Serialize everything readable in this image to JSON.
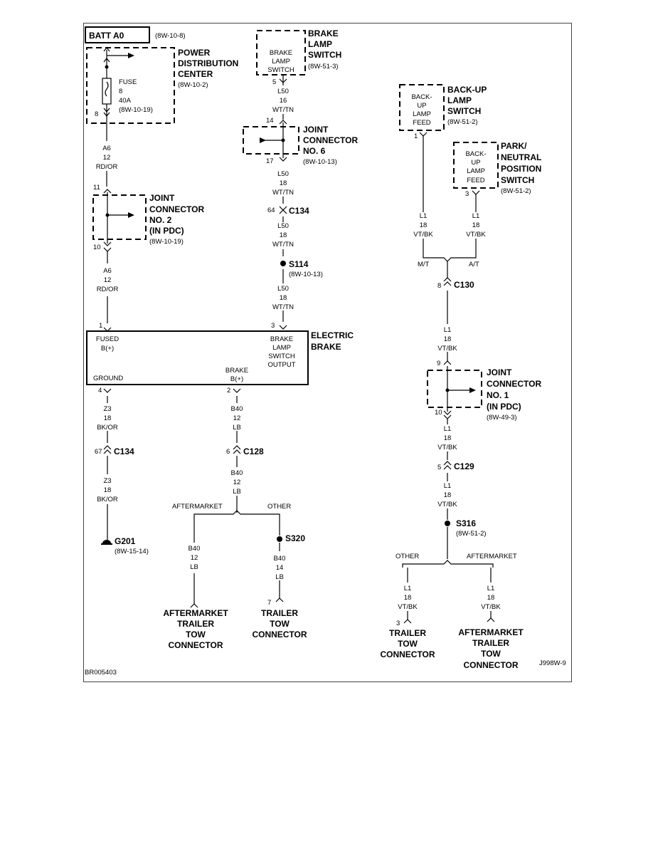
{
  "batt": {
    "label": "BATT A0",
    "ref": "(8W-10-8)"
  },
  "pdc": {
    "title": [
      "POWER",
      "DISTRIBUTION",
      "CENTER"
    ],
    "ref": "(8W-10-2)",
    "fuse": [
      "FUSE",
      "8",
      "40A",
      "(8W-10-19)"
    ],
    "pin": "8"
  },
  "wire_a6_top": {
    "code": "A6",
    "gauge": "12",
    "color": "RD/OR"
  },
  "jc2": {
    "title": [
      "JOINT",
      "CONNECTOR",
      "NO. 2",
      "(IN PDC)"
    ],
    "ref": "(8W-10-19)",
    "pin_in": "11",
    "pin_out": "10"
  },
  "wire_a6_bot": {
    "code": "A6",
    "gauge": "12",
    "color": "RD/OR"
  },
  "bls": {
    "title": [
      "BRAKE",
      "LAMP",
      "SWITCH"
    ],
    "ref": "(8W-51-3)",
    "inner": [
      "BRAKE",
      "LAMP",
      "SWITCH"
    ],
    "pin": "5"
  },
  "wire_l50_1": {
    "code": "L50",
    "gauge": "16",
    "color": "WT/TN"
  },
  "jc6": {
    "title": [
      "JOINT",
      "CONNECTOR",
      "NO. 6"
    ],
    "ref": "(8W-10-13)",
    "pin_in": "14",
    "pin_out": "17"
  },
  "wire_l50_2": {
    "code": "L50",
    "gauge": "18",
    "color": "WT/TN"
  },
  "c134_top": {
    "pin": "64",
    "name": "C134"
  },
  "wire_l50_3": {
    "code": "L50",
    "gauge": "18",
    "color": "WT/TN"
  },
  "s114": {
    "name": "S114",
    "ref": "(8W-10-13)"
  },
  "wire_l50_4": {
    "code": "L50",
    "gauge": "18",
    "color": "WT/TN"
  },
  "ebrake": {
    "title": [
      "ELECTRIC",
      "BRAKE"
    ],
    "pin_fused": "1",
    "fused": [
      "FUSED",
      "B(+)"
    ],
    "pin_bls": "3",
    "bls_out": [
      "BRAKE",
      "LAMP",
      "SWITCH",
      "OUTPUT"
    ],
    "ground": "GROUND",
    "brake_b": [
      "BRAKE",
      "B(+)"
    ],
    "pin_gnd": "4",
    "pin_brake": "2"
  },
  "wire_z3_1": {
    "code": "Z3",
    "gauge": "18",
    "color": "BK/OR"
  },
  "c134_bot": {
    "pin": "67",
    "name": "C134"
  },
  "wire_z3_2": {
    "code": "Z3",
    "gauge": "18",
    "color": "BK/OR"
  },
  "g201": {
    "name": "G201",
    "ref": "(8W-15-14)"
  },
  "wire_b40_1": {
    "code": "B40",
    "gauge": "12",
    "color": "LB"
  },
  "c128": {
    "pin": "6",
    "name": "C128"
  },
  "wire_b40_2": {
    "code": "B40",
    "gauge": "12",
    "color": "LB"
  },
  "split_b40": {
    "left": "AFTERMARKET",
    "right": "OTHER"
  },
  "wire_b40_3": {
    "code": "B40",
    "gauge": "12",
    "color": "LB"
  },
  "s320": {
    "name": "S320"
  },
  "wire_b40_4": {
    "code": "B40",
    "gauge": "14",
    "color": "LB"
  },
  "amt_left": {
    "title": [
      "AFTERMARKET",
      "TRAILER",
      "TOW",
      "CONNECTOR"
    ]
  },
  "ttc_left": {
    "pin": "7",
    "title": [
      "TRAILER",
      "TOW",
      "CONNECTOR"
    ]
  },
  "bul": {
    "title": [
      "BACK-UP",
      "LAMP",
      "SWITCH"
    ],
    "ref": "(8W-51-2)",
    "inner": [
      "BACK-",
      "UP",
      "LAMP",
      "FEED"
    ],
    "pin": "1"
  },
  "pnp": {
    "title": [
      "PARK/",
      "NEUTRAL",
      "POSITION",
      "SWITCH"
    ],
    "ref": "(8W-51-2)",
    "inner": [
      "BACK-",
      "UP",
      "LAMP",
      "FEED"
    ],
    "pin": "3"
  },
  "wire_l1_mt": {
    "code": "L1",
    "gauge": "18",
    "color": "VT/BK"
  },
  "wire_l1_at": {
    "code": "L1",
    "gauge": "18",
    "color": "VT/BK"
  },
  "split_trans": {
    "left": "M/T",
    "right": "A/T"
  },
  "c130": {
    "pin": "8",
    "name": "C130"
  },
  "wire_l1_1": {
    "code": "L1",
    "gauge": "18",
    "color": "VT/BK"
  },
  "jc1": {
    "title": [
      "JOINT",
      "CONNECTOR",
      "NO. 1",
      "(IN PDC)"
    ],
    "ref": "(8W-49-3)",
    "pin_in": "9",
    "pin_out": "10"
  },
  "wire_l1_2": {
    "code": "L1",
    "gauge": "18",
    "color": "VT/BK"
  },
  "c129": {
    "pin": "5",
    "name": "C129"
  },
  "wire_l1_3": {
    "code": "L1",
    "gauge": "18",
    "color": "VT/BK"
  },
  "s316": {
    "name": "S316",
    "ref": "(8W-51-2)"
  },
  "split_l1": {
    "left": "OTHER",
    "right": "AFTERMARKET"
  },
  "wire_l1_l": {
    "code": "L1",
    "gauge": "18",
    "color": "VT/BK"
  },
  "wire_l1_r": {
    "code": "L1",
    "gauge": "18",
    "color": "VT/BK"
  },
  "ttc_right": {
    "pin": "3",
    "title": [
      "TRAILER",
      "TOW",
      "CONNECTOR"
    ]
  },
  "amt_right": {
    "title": [
      "AFTERMARKET",
      "TRAILER",
      "TOW",
      "CONNECTOR"
    ]
  },
  "footer": {
    "left": "BR005403",
    "right": "J998W-9"
  }
}
